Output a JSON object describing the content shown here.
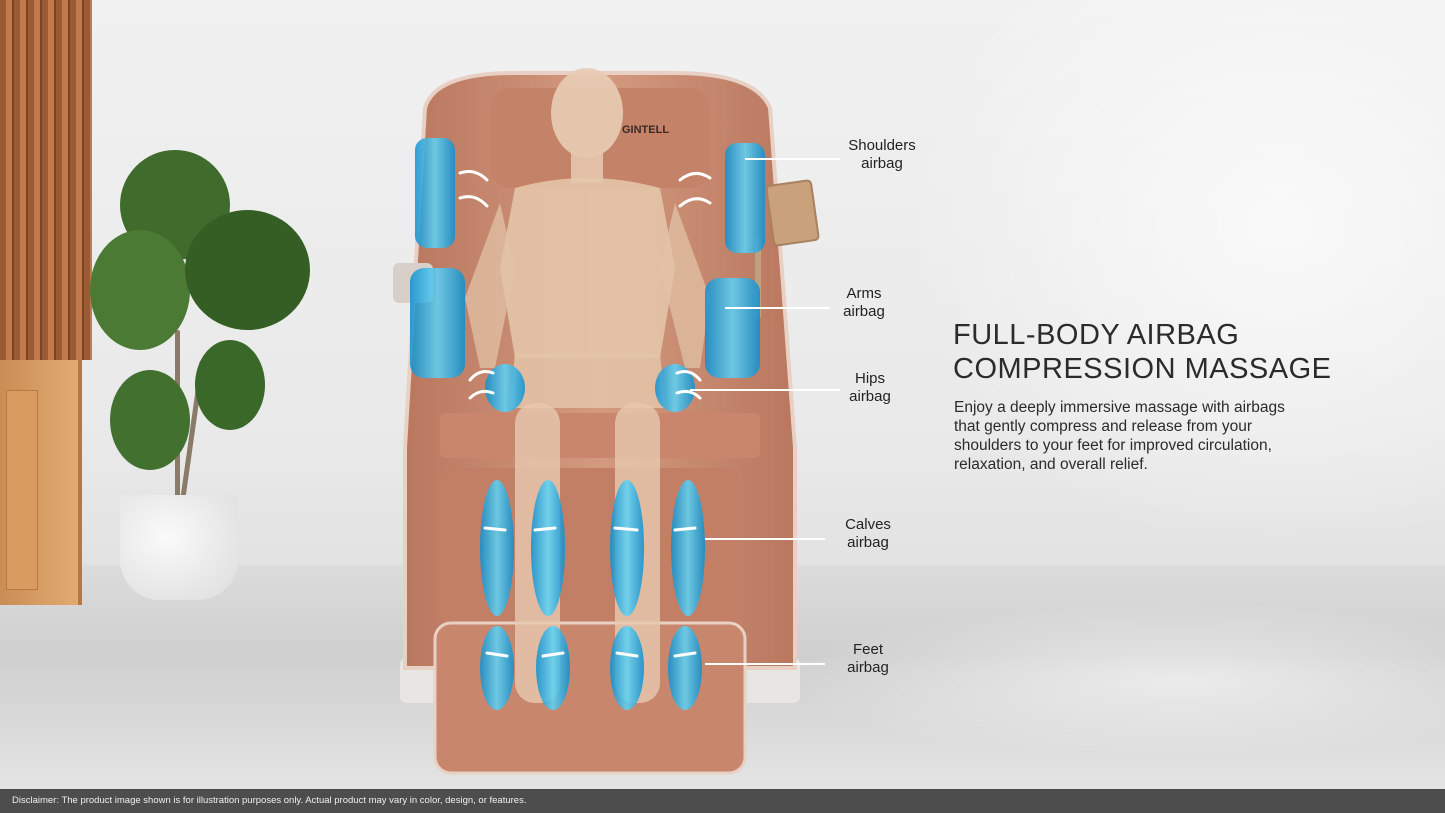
{
  "brand": {
    "logo_text": "GINTELL"
  },
  "airbags": [
    {
      "key": "shoulders",
      "line1": "Shoulders",
      "line2": "airbag"
    },
    {
      "key": "arms",
      "line1": "Arms",
      "line2": "airbag"
    },
    {
      "key": "hips",
      "line1": "Hips",
      "line2": "airbag"
    },
    {
      "key": "calves",
      "line1": "Calves",
      "line2": "airbag"
    },
    {
      "key": "feet",
      "line1": "Feet",
      "line2": "airbag"
    }
  ],
  "headline": {
    "line1": "FULL-BODY AIRBAG",
    "line2": "COMPRESSION MASSAGE"
  },
  "description": "Enjoy a deeply immersive massage with airbags that gently compress and release from your shoulders to your feet for improved circulation, relaxation, and overall relief.",
  "disclaimer": "Disclaimer: The product image shown is for illustration purposes only. Actual product may vary in color, design, or features.",
  "colors": {
    "chair": "#c98a72",
    "airbag": "#27b6e8",
    "text": "#2b2b2b",
    "bar": "#4d4d4d"
  },
  "icons": [
    "airbag-arrow-icon",
    "potted-plant",
    "massage-chair",
    "tablet-remote-icon"
  ]
}
